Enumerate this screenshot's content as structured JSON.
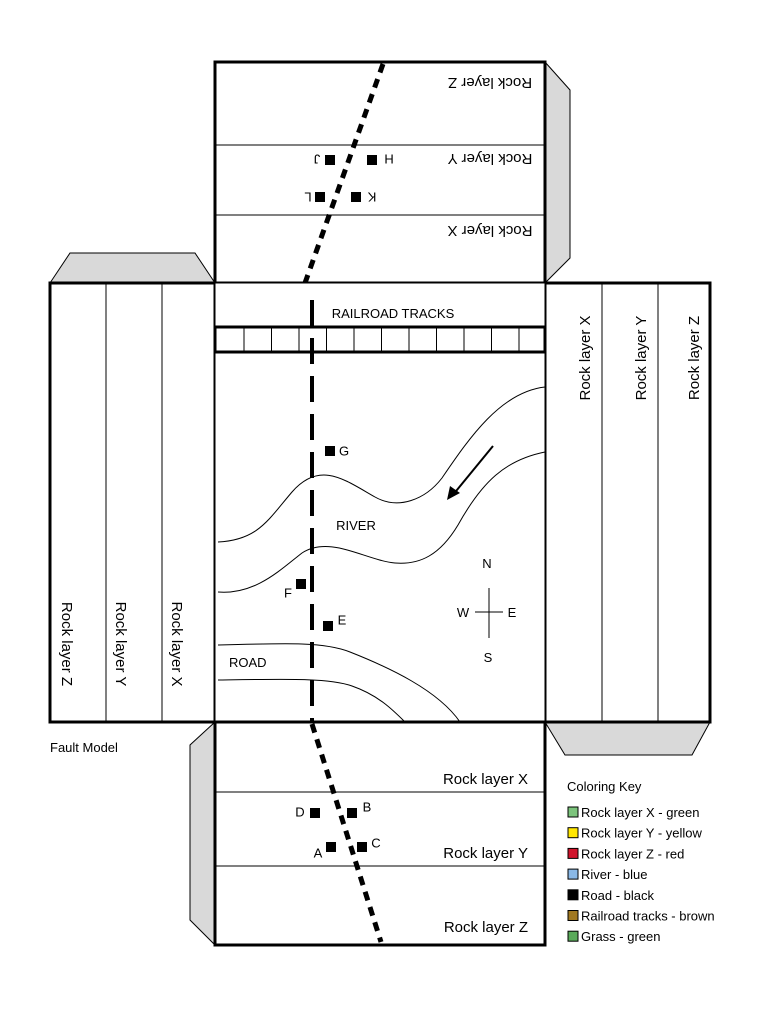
{
  "diagram": {
    "caption": "Fault Model",
    "top_flap": {
      "layers": [
        "Rock layer Z",
        "Rock layer Y",
        "Rock layer X"
      ]
    },
    "bottom_flap": {
      "layers": [
        "Rock layer X",
        "Rock layer Y",
        "Rock layer Z"
      ]
    },
    "left_flap": {
      "layers": [
        "Rock layer Z",
        "Rock layer Y",
        "Rock layer X"
      ]
    },
    "right_flap": {
      "layers": [
        "Rock layer X",
        "Rock layer Y",
        "Rock layer Z"
      ]
    },
    "map": {
      "railroad_label": "RAILROAD TRACKS",
      "river_label": "RIVER",
      "road_label": "ROAD",
      "compass": {
        "n": "N",
        "s": "S",
        "e": "E",
        "w": "W"
      }
    },
    "points": {
      "top": [
        "J",
        "H",
        "L",
        "K"
      ],
      "map": [
        "G",
        "F",
        "E"
      ],
      "bottom": [
        "D",
        "B",
        "A",
        "C"
      ]
    }
  },
  "coloring_key": {
    "title": "Coloring Key",
    "items": [
      {
        "label": "Rock layer X - green",
        "color": "#7cc47c"
      },
      {
        "label": "Rock layer Y - yellow",
        "color": "#ffe600"
      },
      {
        "label": "Rock layer Z - red",
        "color": "#d0142c"
      },
      {
        "label": "River - blue",
        "color": "#8ab8e6"
      },
      {
        "label": "Road - black",
        "color": "#000000"
      },
      {
        "label": "Railroad tracks - brown",
        "color": "#a07820"
      },
      {
        "label": "Grass - green",
        "color": "#5aaa5a"
      }
    ]
  }
}
